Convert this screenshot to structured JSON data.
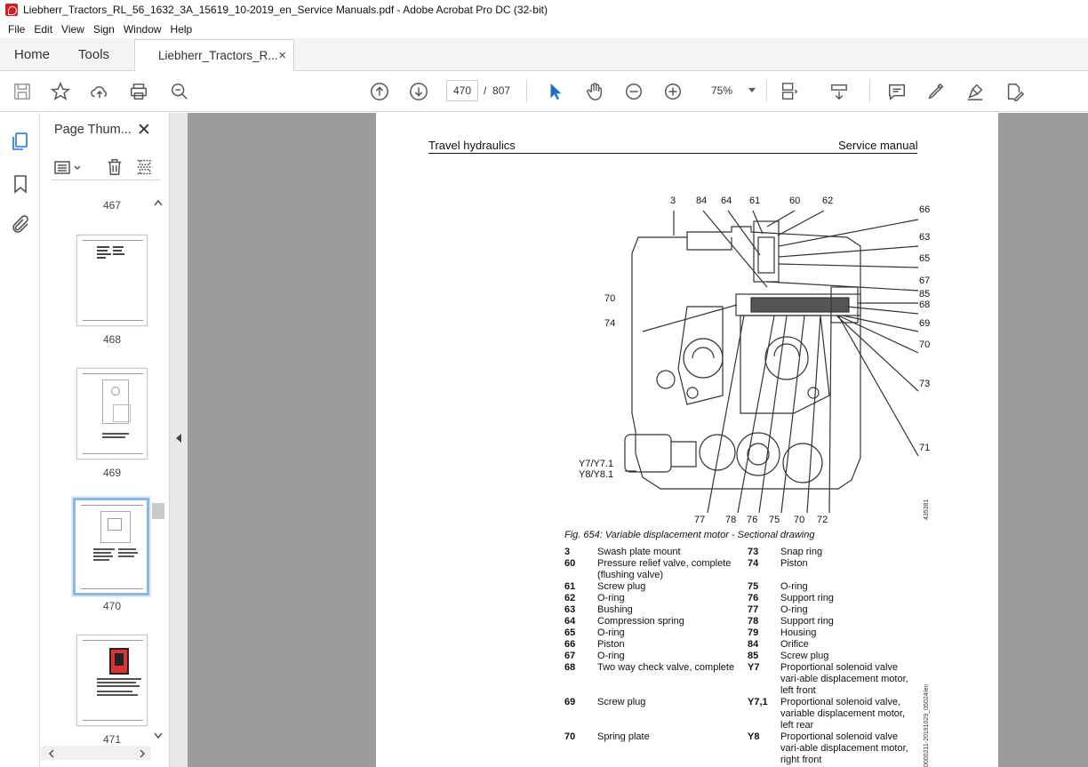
{
  "window": {
    "title": "Liebherr_Tractors_RL_56_1632_3A_15619_10-2019_en_Service Manuals.pdf - Adobe Acrobat Pro DC (32-bit)"
  },
  "menu": {
    "items": [
      "File",
      "Edit",
      "View",
      "Sign",
      "Window",
      "Help"
    ]
  },
  "tabs": {
    "home": "Home",
    "tools": "Tools",
    "document": "Liebherr_Tractors_R...",
    "close": "×"
  },
  "toolbar": {
    "current_page": "470",
    "page_sep": "/",
    "total_pages": "807",
    "zoom": "75%"
  },
  "sidebar": {
    "title": "Page Thum...",
    "close": "✕"
  },
  "thumbnails": [
    {
      "label": "467"
    },
    {
      "label": "468"
    },
    {
      "label": "469"
    },
    {
      "label": "470",
      "selected": true
    },
    {
      "label": "471"
    }
  ],
  "page": {
    "header_left": "Travel hydraulics",
    "header_right": "Service manual",
    "caption": "Fig. 654: Variable displacement motor - Sectional drawing",
    "drawing_id": "435381",
    "side_id": "0000211-20191029_05024/en",
    "callouts_top": [
      "3",
      "84",
      "64",
      "61",
      "60",
      "62"
    ],
    "callouts_right": [
      "66",
      "63",
      "65",
      "67",
      "85",
      "68",
      "69",
      "70",
      "73",
      "71"
    ],
    "callouts_left": [
      "70",
      "74"
    ],
    "callouts_bottom": [
      "77",
      "78",
      "76",
      "75",
      "70",
      "72"
    ],
    "callout_y7": "Y7/Y7.1",
    "callout_y8": "Y8/Y8.1",
    "legend_left": [
      {
        "num": "3",
        "text": "Swash plate mount"
      },
      {
        "num": "60",
        "text": "Pressure relief valve, complete (flushing valve)"
      },
      {
        "num": "61",
        "text": "Screw plug"
      },
      {
        "num": "62",
        "text": "O-ring"
      },
      {
        "num": "63",
        "text": "Bushing"
      },
      {
        "num": "64",
        "text": "Compression spring"
      },
      {
        "num": "65",
        "text": "O-ring"
      },
      {
        "num": "66",
        "text": "Piston"
      },
      {
        "num": "67",
        "text": "O-ring"
      },
      {
        "num": "68",
        "text": "Two way check valve, complete"
      },
      {
        "num": "69",
        "text": "Screw plug"
      },
      {
        "num": "70",
        "text": "Spring plate"
      }
    ],
    "legend_right": [
      {
        "num": "73",
        "text": "Snap ring"
      },
      {
        "num": "74",
        "text": "Piston"
      },
      {
        "num": "75",
        "text": "O-ring"
      },
      {
        "num": "76",
        "text": "Support ring"
      },
      {
        "num": "77",
        "text": "O-ring"
      },
      {
        "num": "78",
        "text": "Support ring"
      },
      {
        "num": "79",
        "text": "Housing"
      },
      {
        "num": "84",
        "text": "Orifice"
      },
      {
        "num": "85",
        "text": "Screw plug"
      },
      {
        "num": "Y7",
        "text": "Proportional solenoid valve vari-able displacement motor, left front"
      },
      {
        "num": "Y7,1",
        "text": "Proportional solenoid valve, variable displacement motor, left rear"
      },
      {
        "num": "Y8",
        "text": "Proportional solenoid valve vari-able displacement motor, right front"
      }
    ]
  }
}
